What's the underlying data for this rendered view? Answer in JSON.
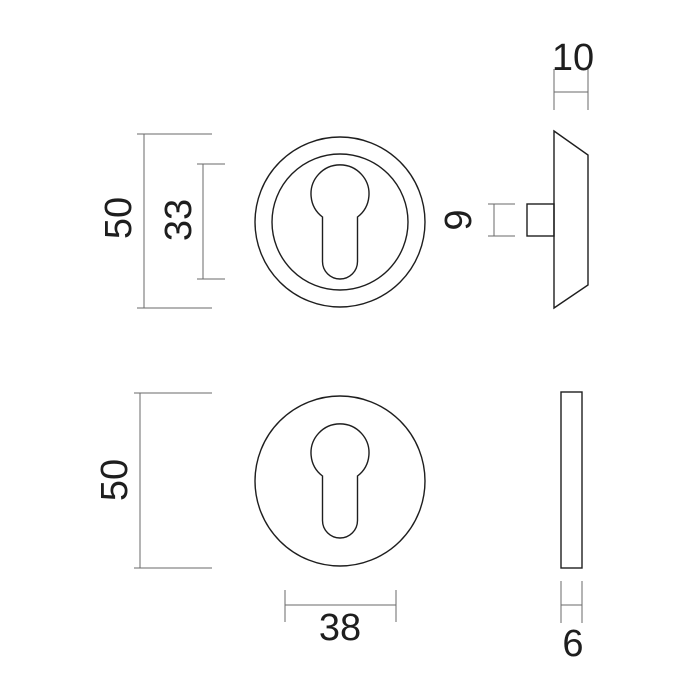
{
  "dimensions": {
    "top_outer_diameter": "50",
    "top_inner_diameter": "33",
    "cylinder_projection_height": "9",
    "top_thickness": "10",
    "bottom_diameter": "50",
    "keyhole_width": "38",
    "bottom_thickness": "6"
  },
  "colors": {
    "outline": "#1e1e1e",
    "dimension_line": "#6a6a6a"
  }
}
